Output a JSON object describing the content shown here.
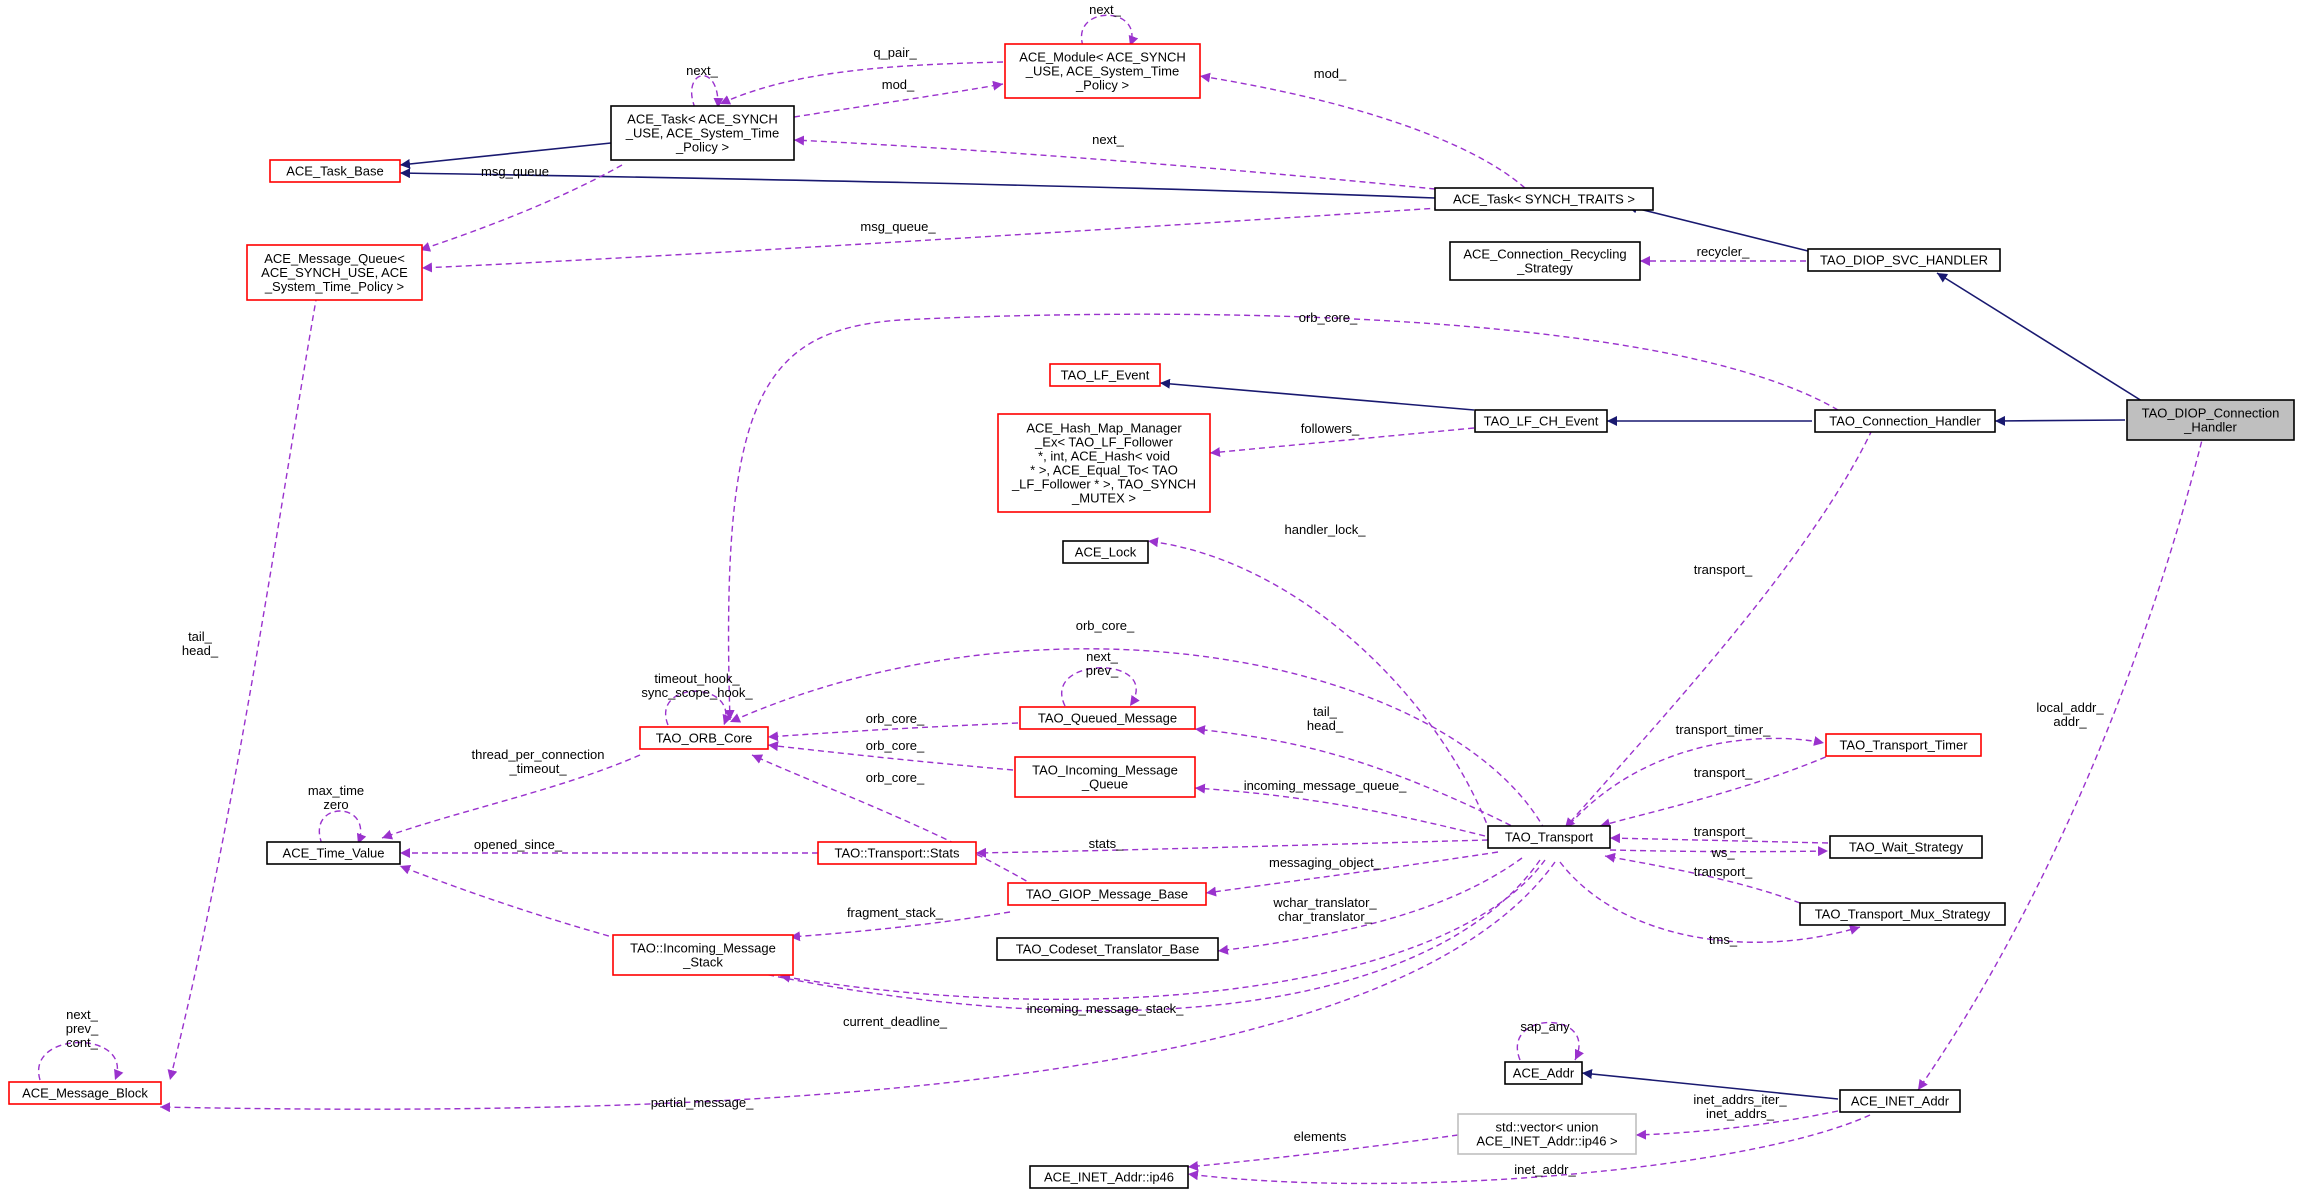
{
  "nodes": {
    "ace_task_base": [
      "ACE_Task_Base"
    ],
    "ace_task_synch_use": [
      "ACE_Task< ACE_SYNCH",
      "_USE, ACE_System_Time",
      "_Policy >"
    ],
    "ace_module": [
      "ACE_Module< ACE_SYNCH",
      "_USE, ACE_System_Time",
      "_Policy >"
    ],
    "ace_message_queue": [
      "ACE_Message_Queue<",
      "ACE_SYNCH_USE, ACE",
      "_System_Time_Policy >"
    ],
    "ace_task_synch_traits": [
      "ACE_Task< SYNCH_TRAITS >"
    ],
    "ace_connection_recycling_strategy": [
      "ACE_Connection_Recycling",
      "_Strategy"
    ],
    "tao_diop_svc_handler": [
      "TAO_DIOP_SVC_HANDLER"
    ],
    "tao_diop_connection_handler": [
      "TAO_DIOP_Connection",
      "_Handler"
    ],
    "tao_lf_event": [
      "TAO_LF_Event"
    ],
    "tao_lf_ch_event": [
      "TAO_LF_CH_Event"
    ],
    "tao_connection_handler": [
      "TAO_Connection_Handler"
    ],
    "ace_hash_map_manager": [
      "ACE_Hash_Map_Manager",
      "_Ex< TAO_LF_Follower",
      "*, int, ACE_Hash< void",
      "* >, ACE_Equal_To< TAO",
      "_LF_Follower * >, TAO_SYNCH",
      "_MUTEX >"
    ],
    "ace_lock": [
      "ACE_Lock"
    ],
    "tao_orb_core": [
      "TAO_ORB_Core"
    ],
    "tao_queued_message": [
      "TAO_Queued_Message"
    ],
    "tao_incoming_message_queue": [
      "TAO_Incoming_Message",
      "_Queue"
    ],
    "ace_time_value": [
      "ACE_Time_Value"
    ],
    "tao_transport_stats": [
      "TAO::Transport::Stats"
    ],
    "tao_transport": [
      "TAO_Transport"
    ],
    "tao_transport_timer": [
      "TAO_Transport_Timer"
    ],
    "tao_wait_strategy": [
      "TAO_Wait_Strategy"
    ],
    "tao_transport_mux_strategy": [
      "TAO_Transport_Mux_Strategy"
    ],
    "tao_giop_message_base": [
      "TAO_GIOP_Message_Base"
    ],
    "tao_incoming_message_stack": [
      "TAO::Incoming_Message",
      "_Stack"
    ],
    "tao_codeset_translator_base": [
      "TAO_Codeset_Translator_Base"
    ],
    "ace_message_block": [
      "ACE_Message_Block"
    ],
    "ace_addr": [
      "ACE_Addr"
    ],
    "ace_inet_addr": [
      "ACE_INET_Addr"
    ],
    "std_vector_ip46": [
      "std::vector< union",
      "ACE_INET_Addr::ip46 >"
    ],
    "ace_inet_addr_ip46": [
      "ACE_INET_Addr::ip46"
    ]
  },
  "edge_labels": {
    "next_task": [
      "next_"
    ],
    "q_pair": [
      "q_pair_"
    ],
    "mod_task": [
      "mod_"
    ],
    "next_module": [
      "next_"
    ],
    "mod_traits": [
      "mod_"
    ],
    "next_traits": [
      "next_"
    ],
    "msg_queue": [
      "msg_queue"
    ],
    "msg_queue_traits": [
      "msg_queue_"
    ],
    "recycler": [
      "recycler_"
    ],
    "orb_core_ch": [
      "orb_core_"
    ],
    "followers": [
      "followers_"
    ],
    "handler_lock": [
      "handler_lock_"
    ],
    "transport_ch": [
      "transport_"
    ],
    "orb_core_transport": [
      "orb_core_"
    ],
    "orb_core_self": [
      "timeout_hook_",
      "sync_scope_hook_"
    ],
    "next_prev_queued": [
      "next_",
      "prev_"
    ],
    "orb_core_queued": [
      "orb_core_"
    ],
    "orb_core_incoming": [
      "orb_core_"
    ],
    "orb_core_giop": [
      "orb_core_"
    ],
    "tail_head_queued": [
      "tail_",
      "head_"
    ],
    "incoming_message_queue": [
      "incoming_message_queue_"
    ],
    "thread_per_connection": [
      "thread_per_connection",
      "_timeout_"
    ],
    "max_time_zero": [
      "max_time",
      "zero"
    ],
    "opened_since": [
      "opened_since_"
    ],
    "stats": [
      "stats_"
    ],
    "messaging_object": [
      "messaging_object_"
    ],
    "fragment_stack": [
      "fragment_stack_"
    ],
    "char_translator": [
      "wchar_translator_",
      "char_translator_"
    ],
    "incoming_message_stack": [
      "incoming_message_stack_"
    ],
    "current_deadline": [
      "current_deadline_"
    ],
    "partial_message": [
      "partial_message_"
    ],
    "tail_head_block": [
      "tail_",
      "head_"
    ],
    "next_prev_cont": [
      "next_",
      "prev_",
      "cont_"
    ],
    "transport_timer": [
      "transport_timer_"
    ],
    "transport_from_timer": [
      "transport_"
    ],
    "transport_from_wait": [
      "transport_"
    ],
    "ws": [
      "ws_"
    ],
    "transport_from_mux": [
      "transport_"
    ],
    "tms": [
      "tms_"
    ],
    "local_addr": [
      "local_addr_",
      "addr_"
    ],
    "sap_any": [
      "sap_any"
    ],
    "inet_addrs": [
      "inet_addrs_iter_",
      "inet_addrs_"
    ],
    "elements": [
      "elements"
    ],
    "inet_addr": [
      "inet_addr_"
    ]
  }
}
